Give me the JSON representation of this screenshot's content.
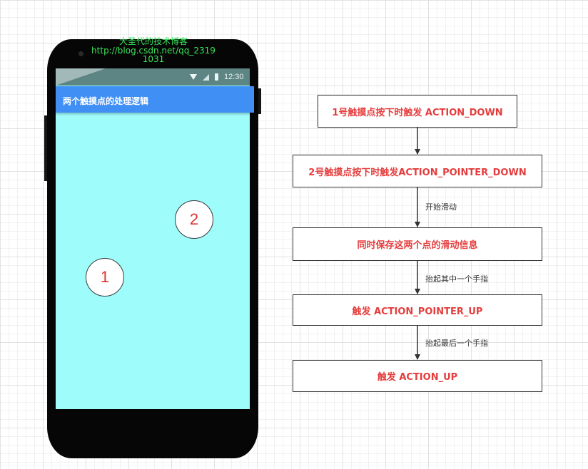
{
  "watermark": {
    "line1": "大圣代的技术博客",
    "line2": "http://blog.csdn.net/qq_2319",
    "line3": "1031"
  },
  "status_bar": {
    "time": "12:30",
    "icons": [
      "wifi-icon",
      "signal-icon",
      "battery-icon"
    ]
  },
  "app_bar": {
    "title": "两个触摸点的处理逻辑"
  },
  "touch_points": [
    {
      "label": "1"
    },
    {
      "label": "2"
    }
  ],
  "flowchart": {
    "nodes": [
      {
        "id": "n1",
        "text": "1号触摸点按下时触发 ACTION_DOWN"
      },
      {
        "id": "n2",
        "text": "2号触摸点按下时触发ACTION_POINTER_DOWN"
      },
      {
        "id": "n3",
        "text": "同时保存这两个点的滑动信息"
      },
      {
        "id": "n4",
        "text": "触发 ACTION_POINTER_UP"
      },
      {
        "id": "n5",
        "text": "触发 ACTION_UP"
      }
    ],
    "edges": [
      {
        "from": "n1",
        "to": "n2",
        "label": ""
      },
      {
        "from": "n2",
        "to": "n3",
        "label": "开始滑动"
      },
      {
        "from": "n3",
        "to": "n4",
        "label": "抬起其中一个手指"
      },
      {
        "from": "n4",
        "to": "n5",
        "label": "抬起最后一个手指"
      }
    ]
  },
  "colors": {
    "screen": "#9efcfb",
    "app_bar": "#3f8ff5",
    "node_text": "#e53d3d",
    "watermark": "#39e35a"
  }
}
